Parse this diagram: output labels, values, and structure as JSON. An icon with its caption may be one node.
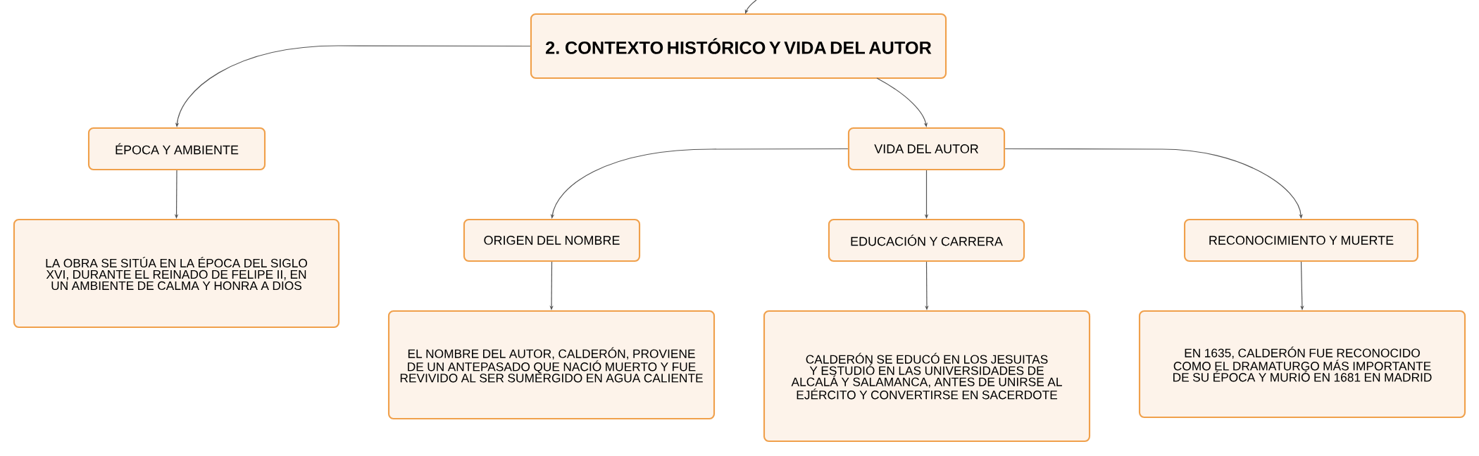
{
  "diagram": {
    "nodes": [
      {
        "text": [
          "2. CONTEXTO HISTÓRICO Y VIDA DEL AUTOR"
        ]
      },
      {
        "text": [
          "ÉPOCA Y AMBIENTE"
        ]
      },
      {
        "text": [
          "VIDA DEL AUTOR"
        ]
      },
      {
        "text": [
          "LA OBRA SE SITÚA EN LA ÉPOCA DEL SIGLO XVI, DURANTE EL REINADO DE FELIPE II, EN UN AMBIENTE DE CALMA Y HONRA A DIOS"
        ]
      },
      {
        "text": [
          "ORIGEN DEL NOMBRE"
        ]
      },
      {
        "text": [
          "EDUCACIÓN Y CARRERA"
        ]
      },
      {
        "text": [
          "RECONOCIMIENTO Y MUERTE"
        ]
      },
      {
        "text": [
          "EL NOMBRE DEL AUTOR, CALDERÓN, PROVIENE DE UN ANTEPASADO QUE NACIÓ MUERTO Y FUE REVIVIDO AL SER SUMERGIDO EN AGUA CALIENTE"
        ]
      },
      {
        "text": [
          "CALDERÓN SE EDUCÓ EN LOS JESUITAS Y ESTUDIÓ EN LAS UNIVERSIDADES DE ALCALÁ Y SALAMANCA, ANTES DE UNIRSE AL EJÉRCITO Y CONVERTIRSE EN SACERDOTE"
        ]
      },
      {
        "text": [
          "EN 1635, CALDERÓN FUE RECONOCIDO COMO EL DRAMATURGO MÁS IMPORTANTE DE SU ÉPOCA Y MURIÓ EN 1681 EN MADRID"
        ]
      }
    ],
    "edges": [
      {
        "from": null,
        "to": 0,
        "arrow": "to"
      },
      {
        "from": 0,
        "to": 1,
        "arrow": "to"
      },
      {
        "from": 0,
        "to": 2,
        "arrow": "to"
      },
      {
        "from": 1,
        "to": 3,
        "arrow": "to"
      },
      {
        "from": 2,
        "to": 4,
        "arrow": "to"
      },
      {
        "from": 2,
        "to": 5,
        "arrow": "to"
      },
      {
        "from": 2,
        "to": 6,
        "arrow": "to"
      },
      {
        "from": 4,
        "to": 7,
        "arrow": "to"
      },
      {
        "from": 5,
        "to": 8,
        "arrow": "to"
      },
      {
        "from": 6,
        "to": 9,
        "arrow": "to"
      }
    ]
  }
}
